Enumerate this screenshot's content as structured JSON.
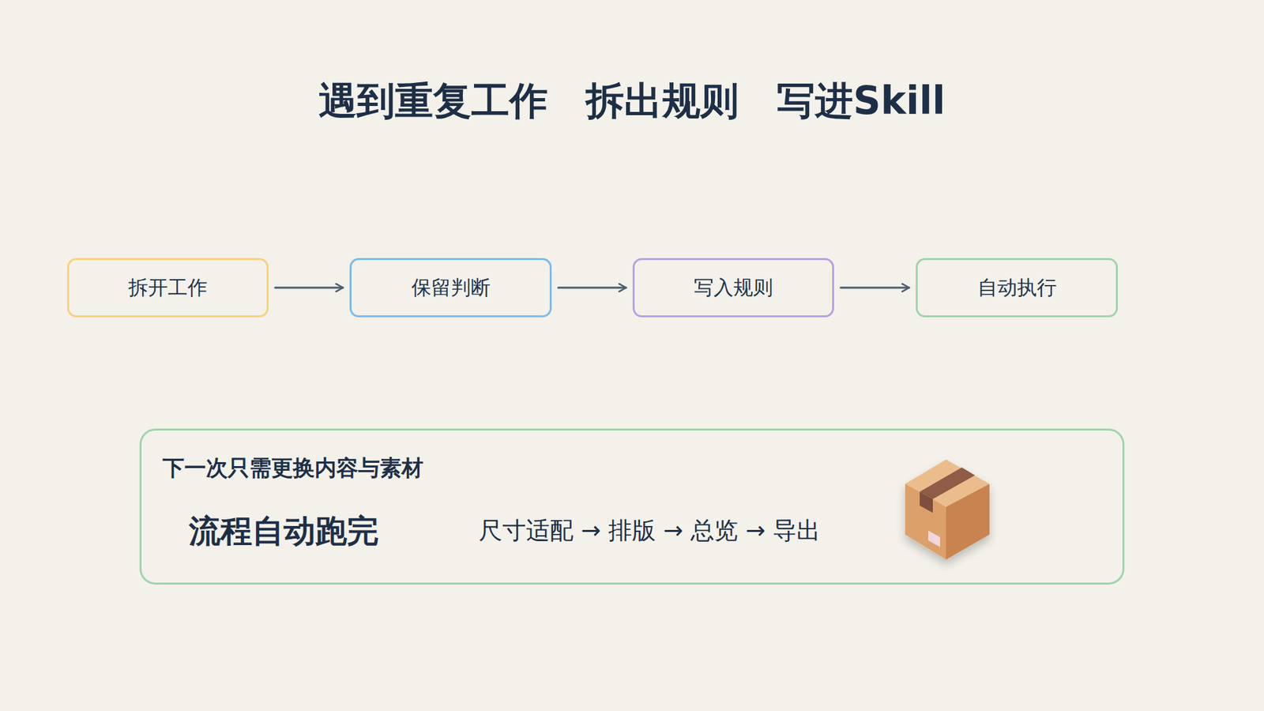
{
  "diagram": {
    "title": "遇到重复工作　拆出规则　写进Skill",
    "nodes": [
      {
        "text": [
          "拆开工作"
        ]
      },
      {
        "text": [
          "保留判断"
        ]
      },
      {
        "text": [
          "写入规则"
        ]
      },
      {
        "text": [
          "自动执行"
        ]
      },
      {
        "text": [
          "下一次只需更换内容与素材",
          "流程自动跑完",
          "尺寸适配 → 排版 → 总览 → 导出"
        ]
      }
    ],
    "edges": [
      {
        "from": 0,
        "to": 1,
        "arrow": "to"
      },
      {
        "from": 1,
        "to": 2,
        "arrow": "to"
      },
      {
        "from": 2,
        "to": 3,
        "arrow": "to"
      }
    ]
  }
}
